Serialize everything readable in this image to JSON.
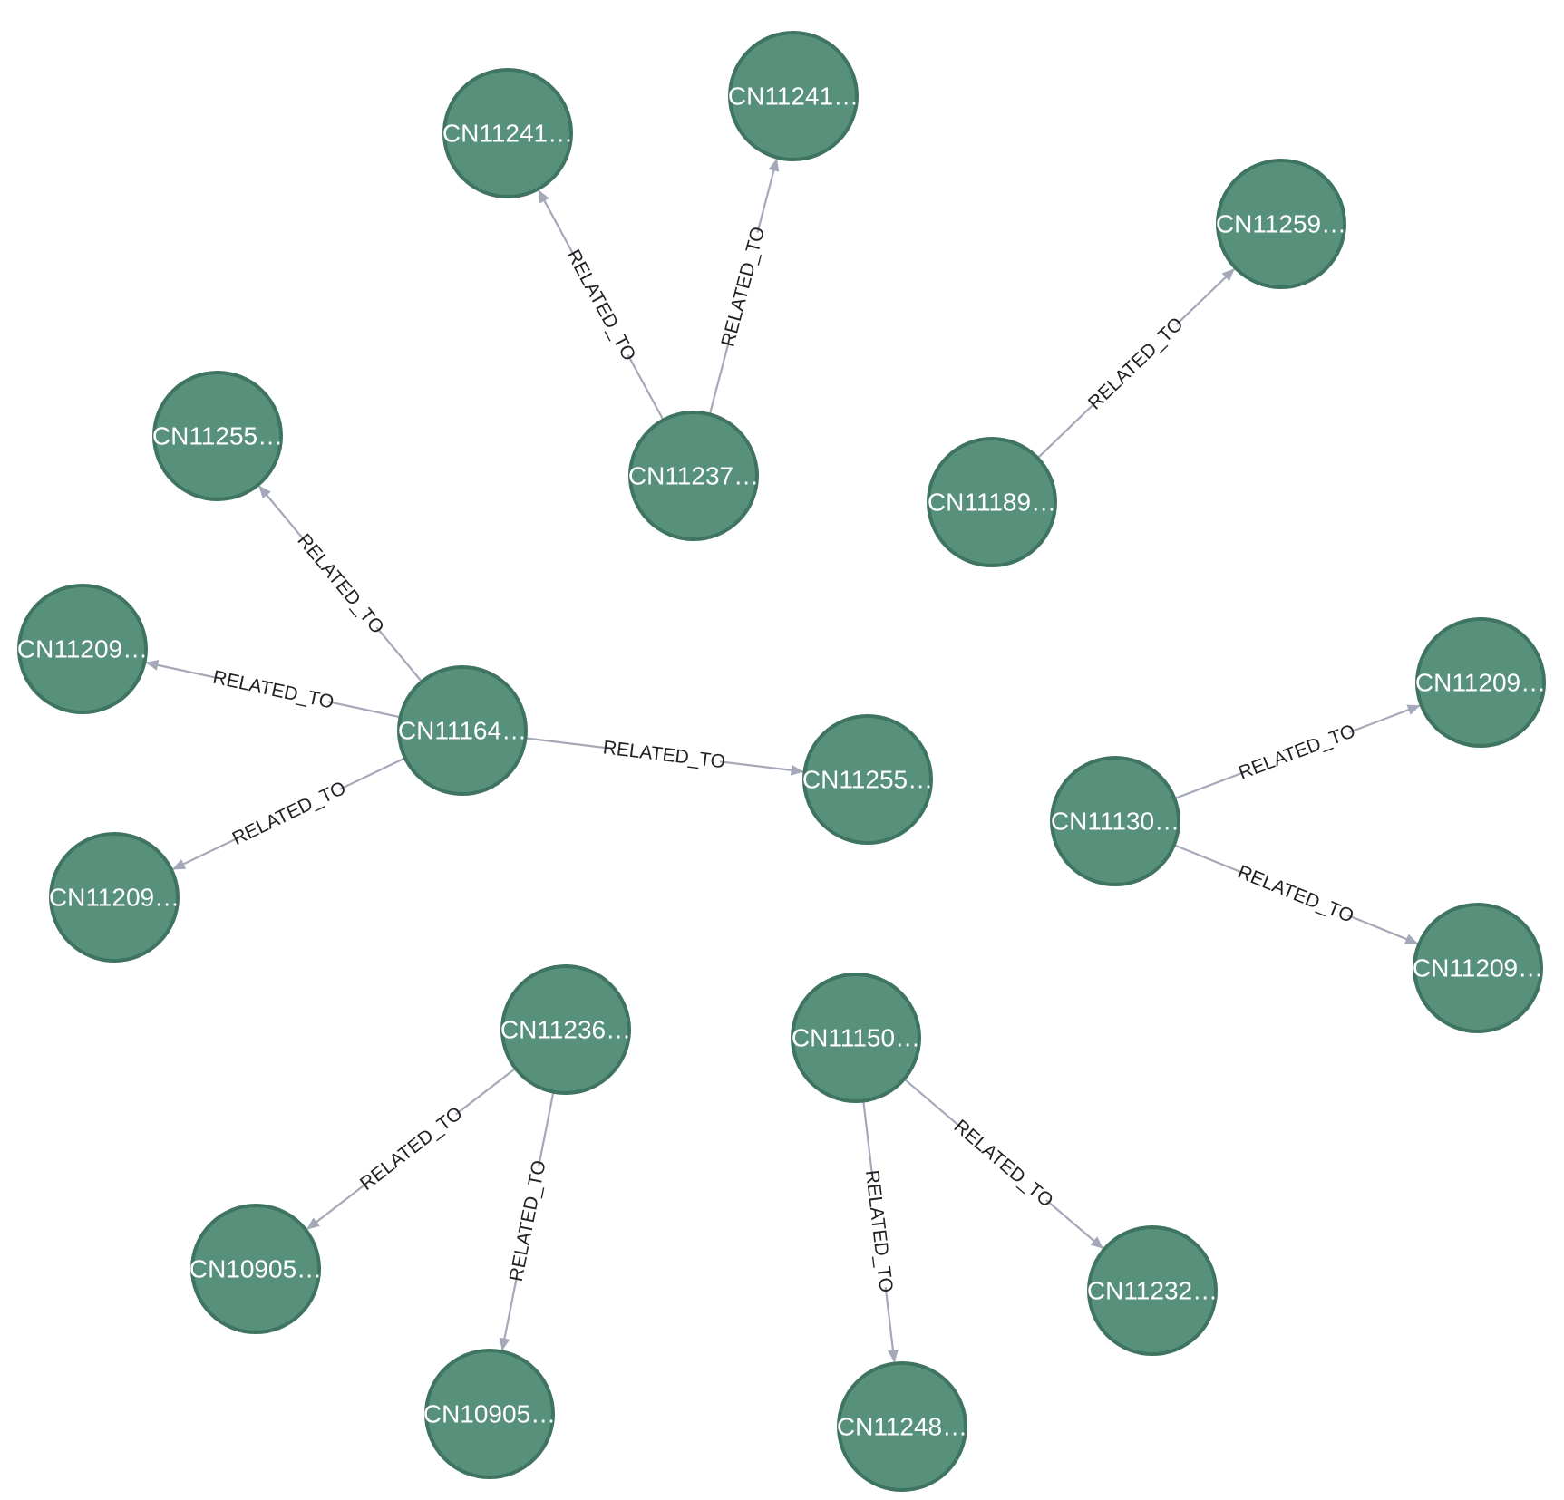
{
  "graph": {
    "colors": {
      "node_fill": "#57917c",
      "node_stroke": "#3f7460",
      "edge": "#a5a8b8",
      "node_text": "#ffffff",
      "edge_text": "#222222"
    },
    "nodes": [
      {
        "id": "n1",
        "label": "CN11241…"
      },
      {
        "id": "n2",
        "label": "CN11241…"
      },
      {
        "id": "n3",
        "label": "CN11237…"
      },
      {
        "id": "n4",
        "label": "CN11259…"
      },
      {
        "id": "n5",
        "label": "CN11189…"
      },
      {
        "id": "n6",
        "label": "CN11255…"
      },
      {
        "id": "n7",
        "label": "CN11209…"
      },
      {
        "id": "n8",
        "label": "CN11164…"
      },
      {
        "id": "n9",
        "label": "CN11255…"
      },
      {
        "id": "n10",
        "label": "CN11209…"
      },
      {
        "id": "n11",
        "label": "CN11209…"
      },
      {
        "id": "n12",
        "label": "CN11130…"
      },
      {
        "id": "n13",
        "label": "CN11209…"
      },
      {
        "id": "n14",
        "label": "CN11236…"
      },
      {
        "id": "n15",
        "label": "CN11150…"
      },
      {
        "id": "n16",
        "label": "CN10905…"
      },
      {
        "id": "n17",
        "label": "CN11232…"
      },
      {
        "id": "n18",
        "label": "CN10905…"
      },
      {
        "id": "n19",
        "label": "CN11248…"
      }
    ],
    "edges": [
      {
        "from": "n3",
        "to": "n1",
        "label": "RELATED_TO"
      },
      {
        "from": "n3",
        "to": "n2",
        "label": "RELATED_TO"
      },
      {
        "from": "n5",
        "to": "n4",
        "label": "RELATED_TO"
      },
      {
        "from": "n8",
        "to": "n6",
        "label": "RELATED_TO"
      },
      {
        "from": "n8",
        "to": "n7",
        "label": "RELATED_TO"
      },
      {
        "from": "n8",
        "to": "n9",
        "label": "RELATED_TO"
      },
      {
        "from": "n8",
        "to": "n10",
        "label": "RELATED_TO"
      },
      {
        "from": "n12",
        "to": "n11",
        "label": "RELATED_TO"
      },
      {
        "from": "n12",
        "to": "n13",
        "label": "RELATED_TO"
      },
      {
        "from": "n14",
        "to": "n16",
        "label": "RELATED_TO"
      },
      {
        "from": "n14",
        "to": "n18",
        "label": "RELATED_TO"
      },
      {
        "from": "n15",
        "to": "n19",
        "label": "RELATED_TO"
      },
      {
        "from": "n15",
        "to": "n17",
        "label": "RELATED_TO"
      }
    ]
  }
}
